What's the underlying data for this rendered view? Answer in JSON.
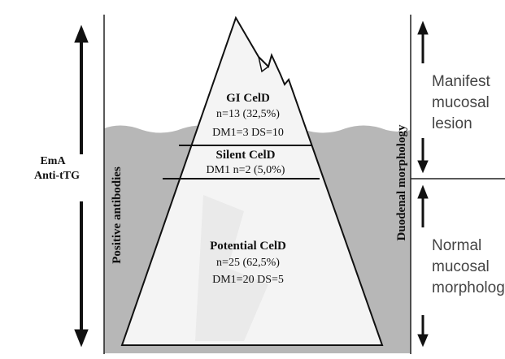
{
  "left_axis": {
    "labels": [
      "EmA",
      "Anti-tTG"
    ],
    "vertical_label": "Positive antibodies"
  },
  "right_axis": {
    "vertical_label": "Duodenal morphology",
    "upper": [
      "Manifest",
      "mucosal",
      "lesion"
    ],
    "lower": [
      "Normal",
      "mucosal",
      "morphology"
    ]
  },
  "tiers": {
    "top": {
      "title": "GI CelD",
      "count": "n=13 (32,5%)",
      "detail": "DM1=3  DS=10"
    },
    "middle": {
      "title": "Silent CelD",
      "detail": "DM1  n=2 (5,0%)"
    },
    "bottom": {
      "title": "Potential CelD",
      "count": "n=25 (62,5%)",
      "detail": "DM1=20  DS=5"
    }
  },
  "colors": {
    "water": "#b9b9b9",
    "iceberg": "#f5f5f5",
    "line": "#111111"
  }
}
